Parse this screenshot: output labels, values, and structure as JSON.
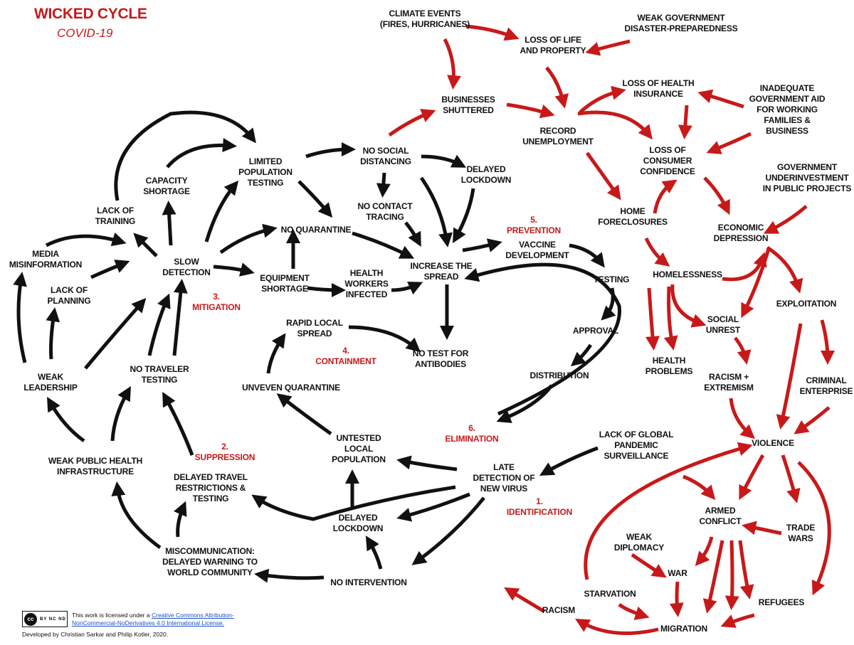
{
  "title": "WICKED CYCLE",
  "subtitle": "COVID-19",
  "colors": {
    "red": "#c8191a",
    "black": "#111111"
  },
  "stages": [
    "1.\nIDENTIFICATION",
    "2.\nSUPPRESSION",
    "3.\nMITIGATION",
    "4.\nCONTAINMENT",
    "5.\nPREVENTION",
    "6.\nELIMINATION"
  ],
  "nodes": {
    "climate_events": "CLIMATE EVENTS\n(FIRES, HURRICANES)",
    "loss_life_property": "LOSS OF LIFE\nAND PROPERTY",
    "weak_gov_disaster": "WEAK GOVERNMENT\nDISASTER-PREPAREDNESS",
    "businesses_shuttered": "BUSINESSES\nSHUTTERED",
    "record_unemployment": "RECORD\nUNEMPLOYMENT",
    "loss_health_insurance": "LOSS OF HEALTH\nINSURANCE",
    "inadequate_aid": "INADEQUATE\nGOVERNMENT AID\nFOR WORKING\nFAMILIES &\nBUSINESS",
    "loss_consumer_confidence": "LOSS OF\nCONSUMER\nCONFIDENCE",
    "gov_underinvestment": "GOVERNMENT\nUNDERINVESTMENT\nIN PUBLIC PROJECTS",
    "home_foreclosures": "HOME\nFORECLOSURES",
    "economic_depression": "ECONOMIC\nDEPRESSION",
    "homelessness": "HOMELESSNESS",
    "exploitation": "EXPLOITATION",
    "social_unrest": "SOCIAL\nUNREST",
    "health_problems": "HEALTH\nPROBLEMS",
    "racism_extremism": "RACISM +\nEXTREMISM",
    "criminal_enterprise": "CRIMINAL\nENTERPRISE",
    "violence": "VIOLENCE",
    "armed_conflict": "ARMED\nCONFLICT",
    "trade_wars": "TRADE\nWARS",
    "weak_diplomacy": "WEAK\nDIPLOMACY",
    "war": "WAR",
    "starvation": "STARVATION",
    "refugees": "REFUGEES",
    "racism": "RACISM",
    "migration": "MIGRATION",
    "limited_testing": "LIMITED\nPOPULATION\nTESTING",
    "no_social_distancing": "NO SOCIAL\nDISTANCING",
    "delayed_lockdown_top": "DELAYED\nLOCKDOWN",
    "no_contact_tracing": "NO CONTACT\nTRACING",
    "capacity_shortage": "CAPACITY\nSHORTAGE",
    "lack_training": "LACK OF\nTRAINING",
    "no_quarantine": "NO QUARANTINE",
    "increase_spread": "INCREASE THE\nSPREAD",
    "vaccine_development": "VACCINE\nDEVELOPMENT",
    "media_misinfo": "MEDIA\nMISINFORMATION",
    "slow_detection": "SLOW\nDETECTION",
    "equipment_shortage": "EQUIPMENT\nSHORTAGE",
    "health_workers_infected": "HEALTH\nWORKERS\nINFECTED",
    "testing": "TESTING",
    "lack_planning": "LACK OF\nPLANNING",
    "rapid_local_spread": "RAPID LOCAL\nSPREAD",
    "approval": "APPROVAL",
    "no_test_antibodies": "NO TEST FOR\nANTIBODIES",
    "weak_leadership": "WEAK\nLEADERSHIP",
    "no_traveler_testing": "NO TRAVELER\nTESTING",
    "uneven_quarantine": "UNVEVEN QUARANTINE",
    "distribution": "DISTRIBUTION",
    "untested_local": "UNTESTED\nLOCAL\nPOPULATION",
    "lack_global_surveillance": "LACK OF GLOBAL\nPANDEMIC\nSURVEILLANCE",
    "weak_public_health": "WEAK PUBLIC HEALTH\nINFRASTRUCTURE",
    "late_detection": "LATE\nDETECTION OF\nNEW VIRUS",
    "delayed_travel": "DELAYED TRAVEL\nRESTRICTIONS &\nTESTING",
    "delayed_lockdown_bottom": "DELAYED\nLOCKDOWN",
    "miscommunication": "MISCOMMUNICATION:\nDELAYED WARNING TO\nWORLD COMMUNITY",
    "no_intervention": "NO INTERVENTION"
  },
  "footer": {
    "cc_badge": "cc",
    "cc_parts": "BY NC ND",
    "license_prefix": "This work is licensed under a ",
    "license_link": "Creative Commons Attribution-NonCommercial-NoDerivatives 4.0 International License.",
    "developed_by": "Developed by Christian Sarkar and Philip Kotler, 2020."
  }
}
